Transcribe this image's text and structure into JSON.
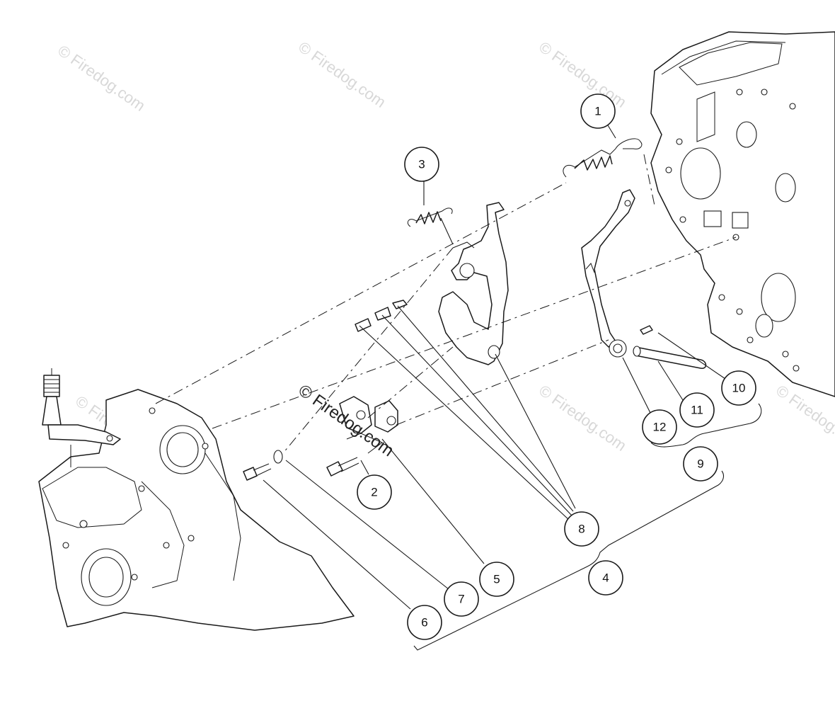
{
  "diagram": {
    "watermark": "© Firedog.com",
    "callouts": [
      {
        "id": "1",
        "label": "1"
      },
      {
        "id": "2",
        "label": "2"
      },
      {
        "id": "3",
        "label": "3"
      },
      {
        "id": "4",
        "label": "4"
      },
      {
        "id": "5",
        "label": "5"
      },
      {
        "id": "6",
        "label": "6"
      },
      {
        "id": "7",
        "label": "7"
      },
      {
        "id": "8",
        "label": "8"
      },
      {
        "id": "9",
        "label": "9"
      },
      {
        "id": "10",
        "label": "10"
      },
      {
        "id": "11",
        "label": "11"
      },
      {
        "id": "12",
        "label": "12"
      }
    ]
  }
}
